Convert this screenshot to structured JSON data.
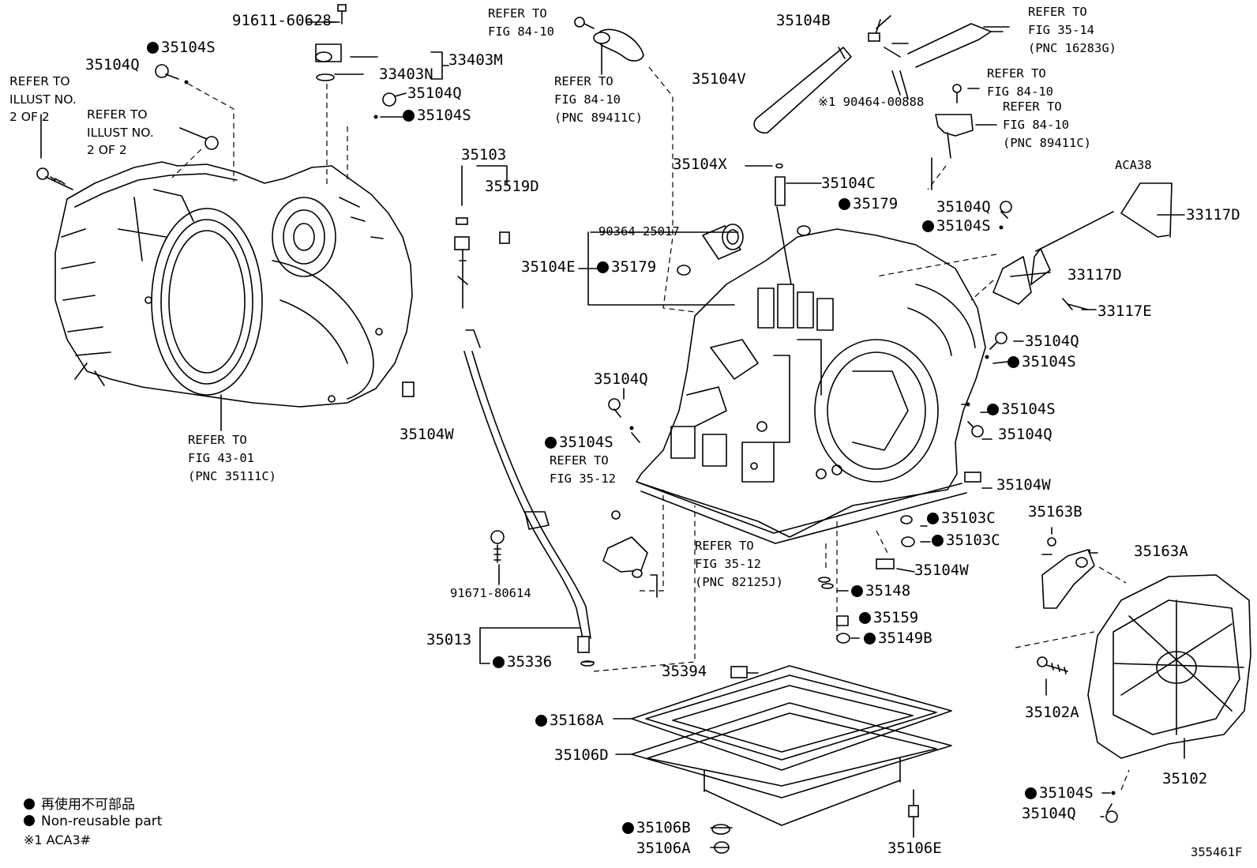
{
  "labels": {
    "p91611": "91611-60628",
    "p35104S_a": "35104S",
    "p35104Q_a": "35104Q",
    "refer_illust_a": "REFER TO\nILLUST NO.\n2 OF 2",
    "refer_illust_b": "REFER TO\nILLUST NO.\n2 OF 2",
    "p33403N": "33403N",
    "p33403M": "33403M",
    "p35104Q_b": "35104Q",
    "p35104S_b": "35104S",
    "refer_84_10_a": "REFER TO\nFIG 84-10",
    "refer_84_10_pnc_a": "REFER TO\nFIG 84-10\n(PNC 89411C)",
    "p35104B": "35104B",
    "refer_35_14": "REFER TO\nFIG 35-14\n(PNC 16283G)",
    "p35104V": "35104V",
    "p90464": "※1 90464-00888",
    "refer_84_10_b": "REFER TO\nFIG 84-10",
    "refer_84_10_pnc_b": "REFER TO\nFIG 84-10\n(PNC 89411C)",
    "p35103": "35103",
    "p35519D": "35519D",
    "p35104X": "35104X",
    "p35104C": "35104C",
    "p35179_a": "35179",
    "p35104Q_c": "35104Q",
    "p35104S_c": "35104S",
    "aca38": "ACA38",
    "p33117D_a": "33117D",
    "p90364": "90364-25017",
    "p35104E": "35104E",
    "p35179_b": "35179",
    "p33117D_b": "33117D",
    "p33117E": "33117E",
    "p35104Q_d": "35104Q",
    "p35104S_d": "35104S",
    "refer_43_01": "REFER TO\nFIG 43-01\n(PNC 35111C)",
    "p35104W_a": "35104W",
    "p35104Q_e": "35104Q",
    "p35104S_e": "35104S",
    "p35104S_f": "35104S",
    "p35104Q_f": "35104Q",
    "refer_35_12_a": "REFER TO\nFIG 35-12",
    "p35104W_b": "35104W",
    "p35163B": "35163B",
    "p35103C_a": "35103C",
    "p35103C_b": "35103C",
    "p35163A": "35163A",
    "p91671": "91671-80614",
    "refer_35_12_pnc": "REFER TO\nFIG 35-12\n(PNC 82125J)",
    "p35104W_c": "35104W",
    "p35148": "35148",
    "p35159": "35159",
    "p35013": "35013",
    "p35149B": "35149B",
    "p35336": "35336",
    "p35394": "35394",
    "p35102A": "35102A",
    "p35168A": "35168A",
    "p35106D": "35106D",
    "p35102": "35102",
    "p35104S_g": "35104S",
    "p35104Q_g": "35104Q",
    "p35106B": "35106B",
    "p35106A": "35106A",
    "p35106E": "35106E",
    "fig_id": "355461F"
  },
  "legend": {
    "line1": "再使用不可部品",
    "line2": "Non-reusable part",
    "line3": "※1 ACA3#"
  }
}
